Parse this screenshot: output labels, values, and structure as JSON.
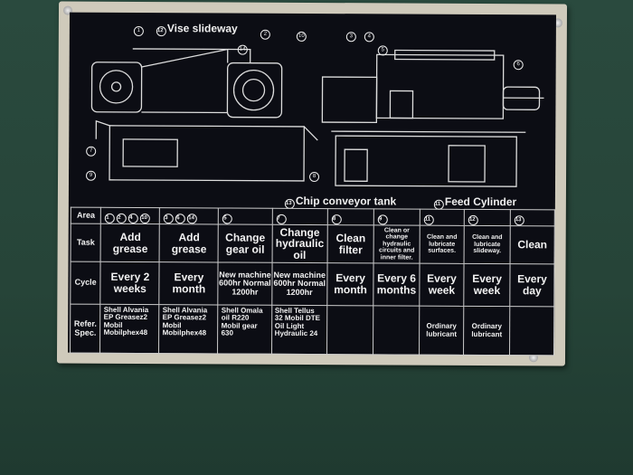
{
  "labels": {
    "vise": "Vise slideway",
    "chip": "Chip conveyor tank",
    "feed": "Feed Cylinder",
    "vise_num": "12",
    "chip_num": "13",
    "feed_num": "11"
  },
  "diagram_numbers": [
    "1",
    "2",
    "3",
    "4",
    "5",
    "6",
    "7",
    "8",
    "9",
    "10",
    "14"
  ],
  "row_headers": {
    "area": "Area",
    "task": "Task",
    "cycle": "Cycle",
    "ref": "Refer. Spec."
  },
  "columns": [
    {
      "area": [
        "1",
        "2",
        "4",
        "10"
      ],
      "task": "Add grease",
      "cycle": "Every 2 weeks",
      "ref": "Shell Alvania EP Greasez2 Mobil Mobilphex48"
    },
    {
      "area": [
        "3",
        "6",
        "14"
      ],
      "task": "Add grease",
      "cycle": "Every month",
      "ref": "Shell Alvania EP Greasez2 Mobil Mobilphex48"
    },
    {
      "area": [
        "5"
      ],
      "task": "Change gear oil",
      "cycle": "New machine 600hr Normal 1200hr",
      "ref": "Shell Omala oil R220 Mobil gear 630"
    },
    {
      "area": [
        "7"
      ],
      "task": "Change hydraulic oil",
      "cycle": "New machine 600hr Normal 1200hr",
      "ref": "Shell Tellus 32 Mobil DTE Oil Light Hydraulic 24"
    },
    {
      "area": [
        "8"
      ],
      "task": "Clean filter",
      "cycle": "Every month",
      "ref": ""
    },
    {
      "area": [
        "9"
      ],
      "task": "Clean or change hydraulic circuits and inner filter.",
      "cycle": "Every 6 months",
      "ref": ""
    },
    {
      "area": [
        "11"
      ],
      "task": "Clean and lubricate surfaces.",
      "cycle": "Every week",
      "ref": "Ordinary lubricant"
    },
    {
      "area": [
        "12"
      ],
      "task": "Clean and lubricate slideway.",
      "cycle": "Every week",
      "ref": "Ordinary lubricant"
    },
    {
      "area": [
        "13"
      ],
      "task": "Clean",
      "cycle": "Every day",
      "ref": ""
    }
  ],
  "colors": {
    "plate_bg": "#0c0d14",
    "frame": "#cfcabb",
    "wall": "#264438",
    "text": "#f2f2f2"
  }
}
